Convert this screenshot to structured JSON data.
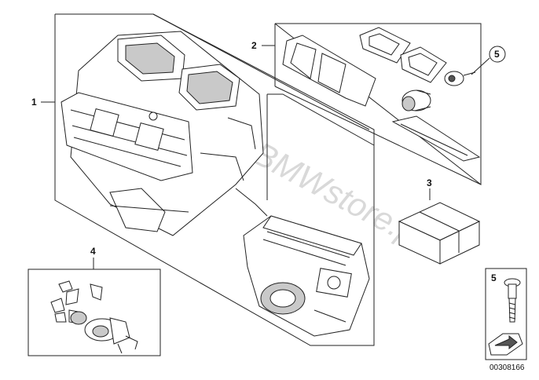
{
  "watermark": "www.BMWstore.pl",
  "callouts": [
    "1",
    "2",
    "3",
    "4",
    "5",
    "5"
  ],
  "document_id": "00308166",
  "icons": {
    "heater_box": "hvac-housing-icon",
    "filter_set": "gasket-set-icon",
    "box": "package-icon",
    "actuators": "servo-motor-icon",
    "screw": "screw-icon",
    "arrow": "arrow-icon"
  }
}
